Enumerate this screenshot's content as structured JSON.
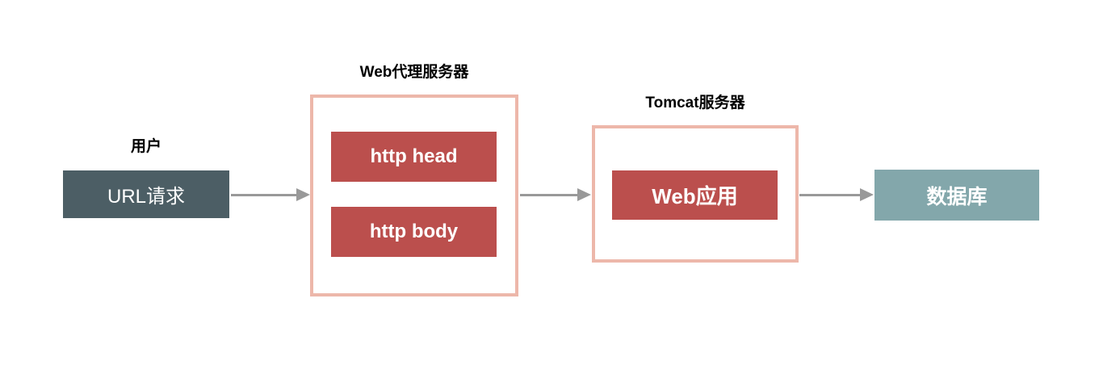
{
  "diagram": {
    "user": {
      "label": "用户",
      "request_box": "URL请求"
    },
    "proxy_server": {
      "title": "Web代理服务器",
      "items": [
        "http head",
        "http body"
      ]
    },
    "tomcat_server": {
      "title": "Tomcat服务器",
      "app_box": "Web应用"
    },
    "database": {
      "label": "数据库"
    },
    "colors": {
      "dark_box": "#4c5e65",
      "red_box": "#bb4f4d",
      "teal_box": "#83a7ab",
      "group_border": "#edb7aa",
      "arrow": "#999999",
      "box_text": "#ffffff",
      "title_text": "#000000"
    }
  }
}
